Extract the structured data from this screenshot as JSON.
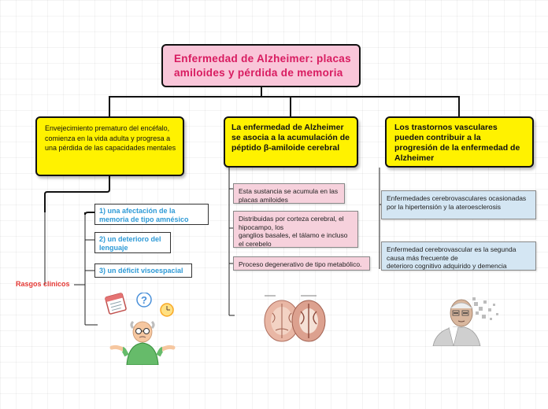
{
  "title": "Enfermedad de Alzheimer: placas amiloides y pérdida de memoria",
  "branches": [
    {
      "text": "Envejecimiento prematuro del encéfalo,\ncomienza en la  vida adulta y progresa  a una pérdida de las capacidades mentales"
    },
    {
      "text": "La enfermedad de Alzheimer se asocia a la acumulación de péptido β-amiloide cerebral",
      "details": [
        "Esta sustancia se acumula en las placas amiloides",
        "Distribuidas por corteza cerebral, el hipocampo, los\nganglios basales, el tálamo e incluso el cerebelo",
        "Proceso degenerativo de tipo metabólico."
      ]
    },
    {
      "text": "Los trastornos vasculares pueden contribuir a la progresión de la enfermedad de Alzheimer",
      "details": [
        "Enfermedades cerebrovasculares ocasionadas por la hipertensión y la ateroesclerosis",
        "Enfermedad cerebrovascular es la segunda causa más frecuente de\ndeterioro cognitivo adquirido y demencia"
      ]
    }
  ],
  "rasgos": {
    "label": "Rasgos clinicos",
    "items": [
      "1) una afectación de la memoria de tipo amnésico",
      "2) un deterioro del lenguaje",
      "3) un déficit visoespacial"
    ]
  },
  "colors": {
    "title_bg": "#f9c6d9",
    "title_text": "#d81b60",
    "branch_bg": "#fff200",
    "pink_detail": "#f6d1dc",
    "blue_detail": "#d4e6f3",
    "rasgo_text": "#2e9ad6",
    "rasgos_label": "#e53935"
  }
}
